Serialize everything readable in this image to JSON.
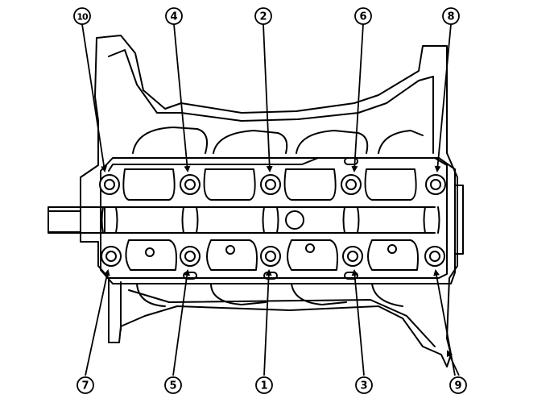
{
  "diagram": {
    "bolt_numbers": {
      "top": [
        "10",
        "4",
        "2",
        "6",
        "8"
      ],
      "bottom": [
        "7",
        "5",
        "1",
        "3",
        "9"
      ]
    }
  }
}
